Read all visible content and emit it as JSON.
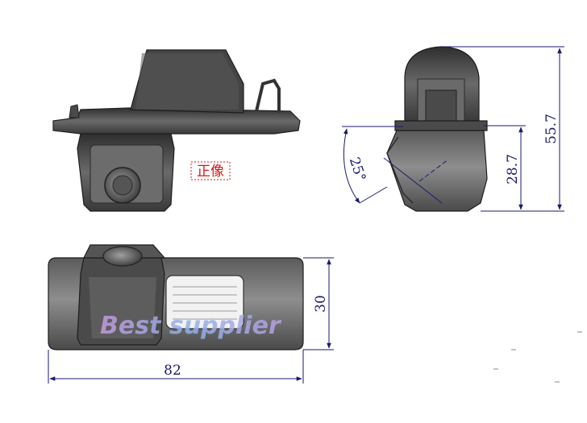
{
  "labels": {
    "front_view": "正像",
    "watermark": "Best supplier"
  },
  "dimensions": {
    "angle": "25°",
    "height_lower": "28.7",
    "height_total": "55.7",
    "depth": "30",
    "width": "82"
  },
  "colors": {
    "body_dark": "#3d3d3d",
    "body_mid": "#5a5a5a",
    "body_light": "#8a8a8a",
    "dimension_line": "#1a1a6e",
    "front_label": "#d01818",
    "watermark_a": "#9fb7e8",
    "watermark_b": "#c7a3e0"
  }
}
